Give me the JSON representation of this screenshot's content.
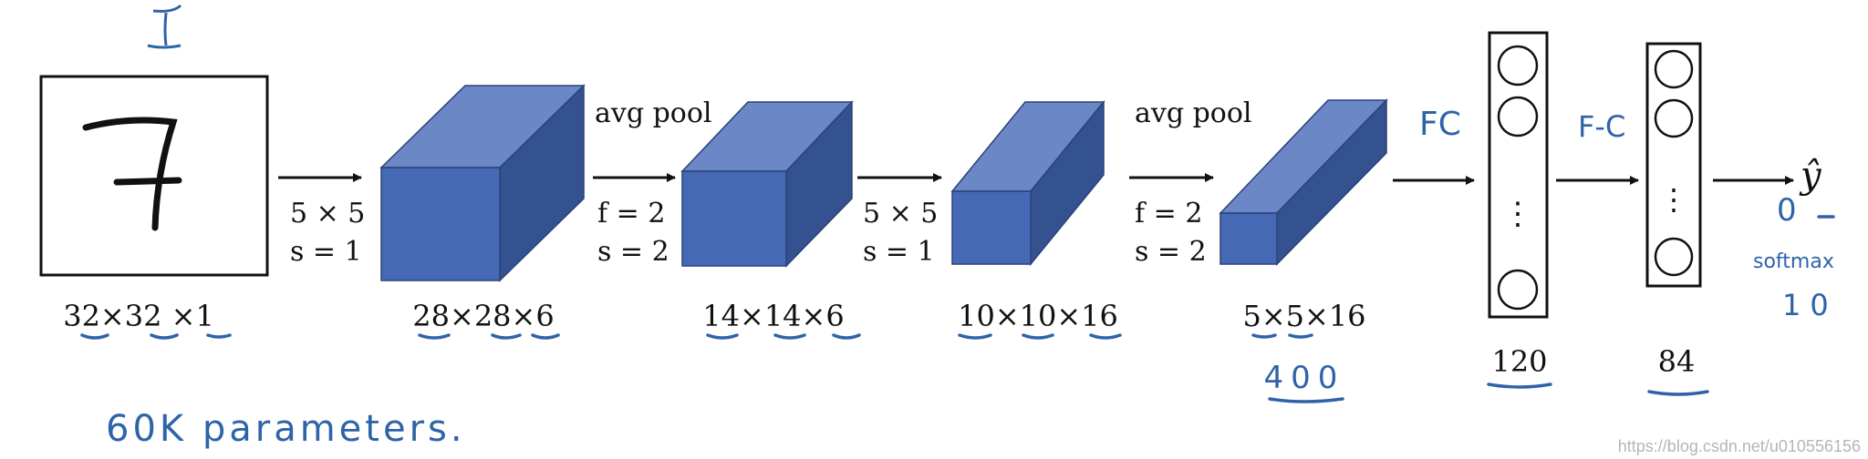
{
  "colors": {
    "cube_front": "#4569b5",
    "cube_top": "#6b87c5",
    "cube_side": "#34528f",
    "ink": "#111111",
    "annotation": "#2f63a8",
    "watermark": "#b5b5b5"
  },
  "input_image": {
    "digit": "7",
    "dims": "32×32 ×1"
  },
  "ops": {
    "conv1": {
      "f": "5 × 5",
      "s": "s = 1"
    },
    "pool1": {
      "name": "avg pool",
      "f": "f = 2",
      "s": "s = 2"
    },
    "conv2": {
      "f": "5 × 5",
      "s": "s = 1"
    },
    "pool2": {
      "name": "avg pool",
      "f": "f = 2",
      "s": "s = 2"
    }
  },
  "volumes": {
    "v1": "28×28×6",
    "v2": "14×14×6",
    "v3": "10×10×16",
    "v4": "5×5×16"
  },
  "fc_layers": {
    "fc1_size": "120",
    "fc2_size": "84",
    "fc1_dots": "⋮",
    "fc2_dots": "⋮"
  },
  "output": {
    "symbol": "ŷ"
  },
  "handwritten": {
    "fc1_label": "FC",
    "fc2_label": "F-C",
    "flatten_count": "400",
    "output_zero": "0",
    "softmax": "softmax",
    "ten": "10",
    "params": "60K parameters."
  },
  "watermark": {
    "text": "https://blog.csdn.net/u010556156"
  }
}
